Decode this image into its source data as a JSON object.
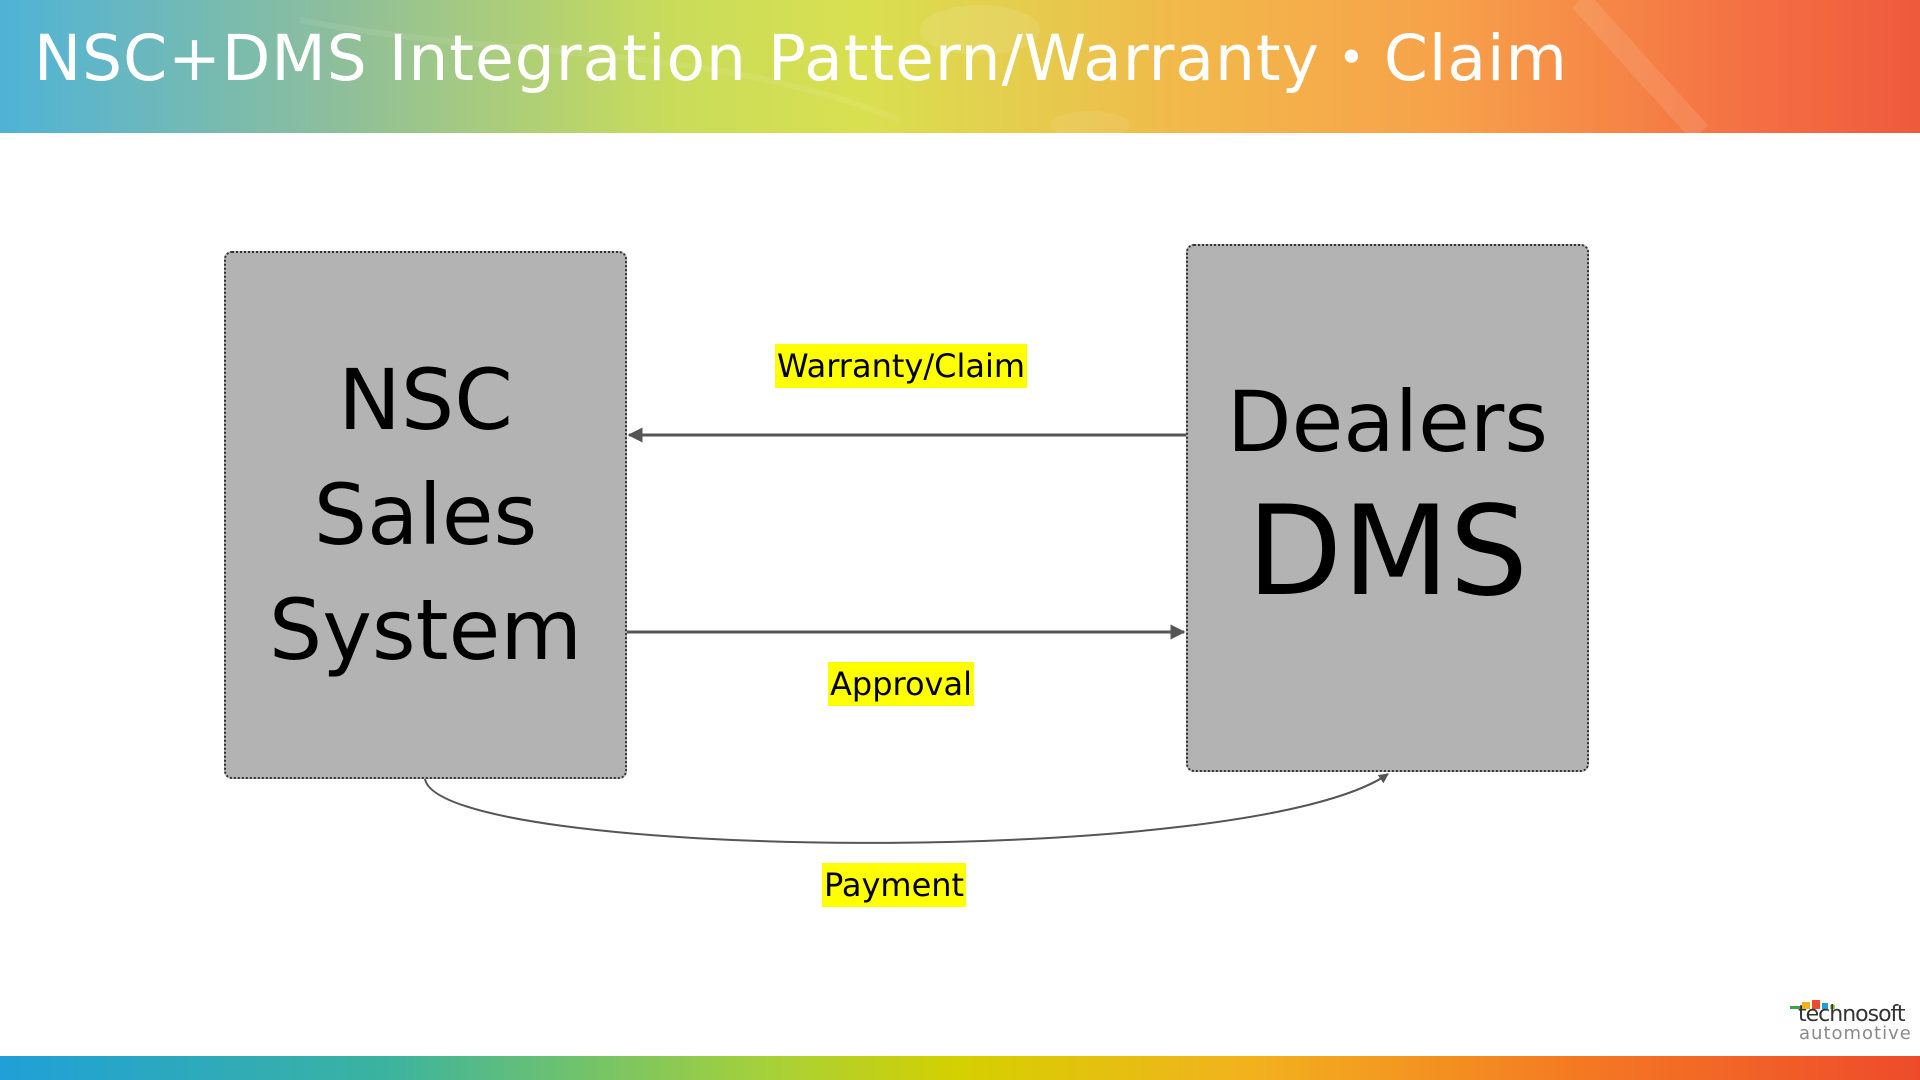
{
  "header": {
    "title": "NSC+DMS  Integration Pattern/Warranty・Claim"
  },
  "diagram": {
    "nsc_box": {
      "lines": [
        "NSC",
        "Sales",
        "System"
      ]
    },
    "dms_box": {
      "lines": [
        "Dealers",
        "DMS"
      ]
    },
    "flows": [
      {
        "label": "Warranty/Claim",
        "from": "dms_box",
        "to": "nsc_box"
      },
      {
        "label": "Approval",
        "from": "nsc_box",
        "to": "dms_box"
      },
      {
        "label": "Payment",
        "from": "nsc_box",
        "to": "dms_box"
      }
    ]
  },
  "logo": {
    "word_1": "technosoft",
    "word_2": "automotive"
  },
  "colors": {
    "box_fill": "#b3b3b3",
    "label_highlight": "#ffff00",
    "arrow": "#555555"
  }
}
